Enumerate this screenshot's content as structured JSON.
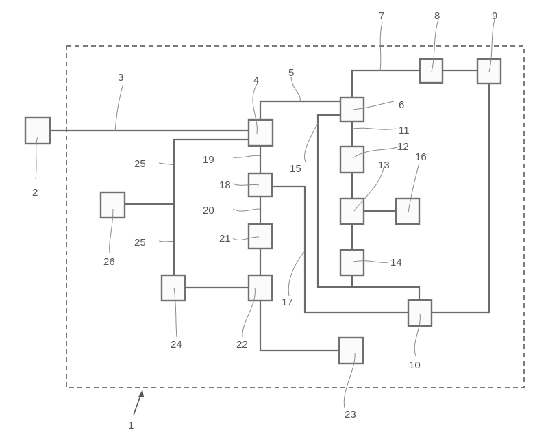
{
  "diagram": {
    "system_label": "1",
    "boxes": [
      "2",
      "4",
      "6",
      "8",
      "9",
      "10",
      "12",
      "13",
      "14",
      "16",
      "18",
      "21",
      "22",
      "23",
      "24",
      "26"
    ],
    "connections": [
      "3",
      "5",
      "7",
      "11",
      "15",
      "17",
      "19",
      "20",
      "25",
      "25"
    ]
  }
}
